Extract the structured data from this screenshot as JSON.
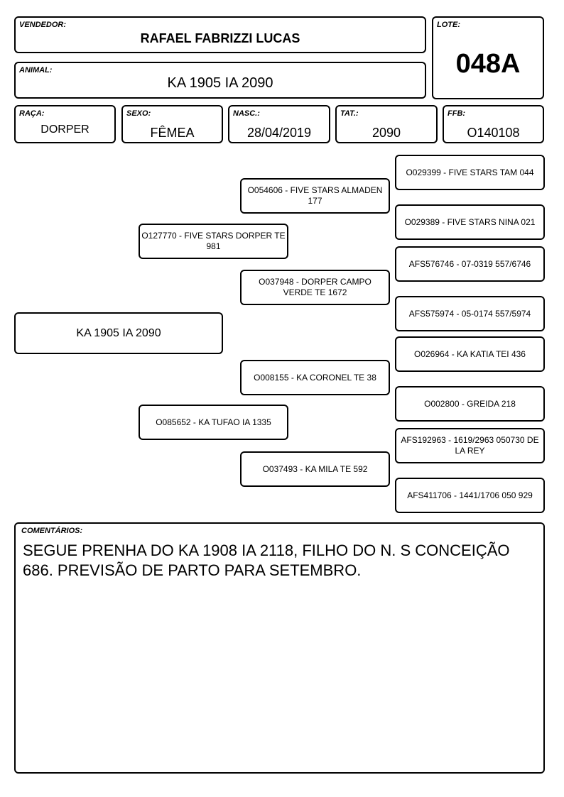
{
  "header": {
    "vendedor_label": "VENDEDOR:",
    "vendedor": "RAFAEL FABRIZZI LUCAS",
    "lote_label": "LOTE:",
    "lote": "048A",
    "animal_label": "ANIMAL:",
    "animal": "KA 1905 IA 2090"
  },
  "info": {
    "raca_label": "RAÇA:",
    "raca": "DORPER",
    "sexo_label": "SEXO:",
    "sexo": "FÊMEA",
    "nasc_label": "NASC.:",
    "nasc": "28/04/2019",
    "tat_label": "TAT.:",
    "tat": "2090",
    "ffb_label": "FFB:",
    "ffb": "O140108"
  },
  "pedigree": {
    "animal": "KA 1905 IA 2090",
    "sire": "O127770 - FIVE STARS DORPER TE 981",
    "dam": "O085652 - KA TUFAO IA 1335",
    "sire_sire": "O054606 - FIVE STARS ALMADEN 177",
    "sire_dam": "O037948 - DORPER CAMPO VERDE TE 1672",
    "dam_sire": "O008155 - KA CORONEL TE 38",
    "dam_dam": "O037493 - KA MILA TE 592",
    "gg": [
      "O029399 - FIVE STARS TAM 044",
      "O029389 - FIVE STARS NINA 021",
      "AFS576746 - 07-0319 557/6746",
      "AFS575974 - 05-0174 557/5974",
      "O026964 - KA KATIA TEI 436",
      "O002800 - GREIDA 218",
      "AFS192963 - 1619/2963 050730 DE LA REY",
      "AFS411706 - 1441/1706 050 929"
    ]
  },
  "comments": {
    "label": "COMENTÁRIOS:",
    "text": "SEGUE PRENHA DO KA 1908 IA 2118, FILHO DO N. S CONCEIÇÃO 686. PREVISÃO DE PARTO PARA SETEMBRO."
  }
}
